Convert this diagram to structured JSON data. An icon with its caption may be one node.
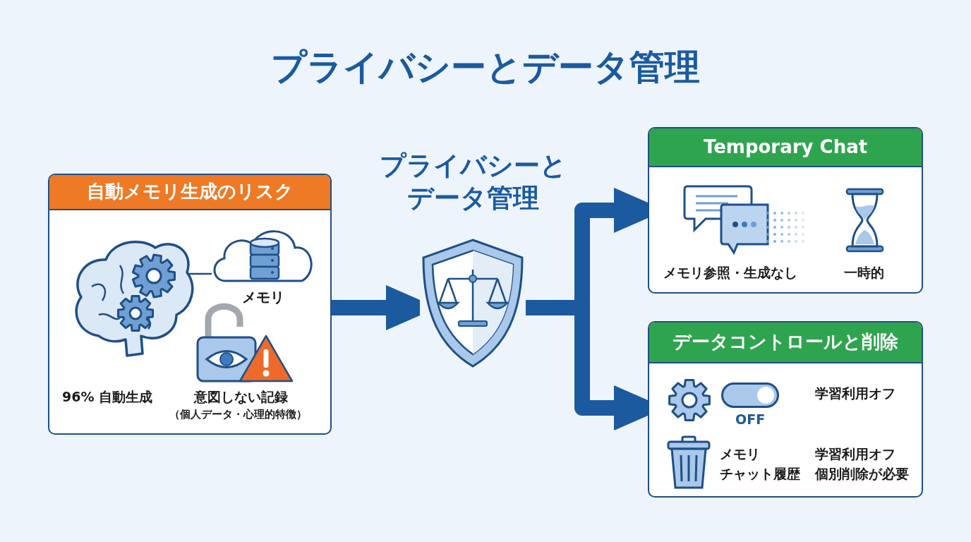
{
  "diagram": {
    "title": "プライバシーとデータ管理",
    "nodes": [
      {
        "text": [
          "自動メモリ生成のリスク",
          "96% 自動生成",
          "意図しない記録",
          "（個人データ・心理的特徴）"
        ]
      },
      {
        "text": [],
        "shape": "picture",
        "in": 0
      },
      {
        "text": [],
        "shape": "cloud",
        "in": 0,
        "beside": [
          "メモリ"
        ]
      },
      {
        "text": [
          "プライバシーとデータ管理"
        ]
      },
      {
        "text": [
          "Temporary Chat",
          "メモリ参照・生成なし",
          "一時的"
        ]
      },
      {
        "text": [
          "データコントロールと削除",
          "OFF",
          "学習利用オフ",
          "メモリ",
          "チャット履歴",
          "学習利用オフ",
          "個別削除が必要"
        ]
      }
    ],
    "edges": [
      {
        "from": 1,
        "to": 2,
        "arrow": "none"
      },
      {
        "from": 0,
        "to": 3,
        "arrow": "to"
      },
      {
        "from": 3,
        "to": 4,
        "arrow": "to"
      },
      {
        "from": 3,
        "to": 5,
        "arrow": "to"
      }
    ]
  }
}
